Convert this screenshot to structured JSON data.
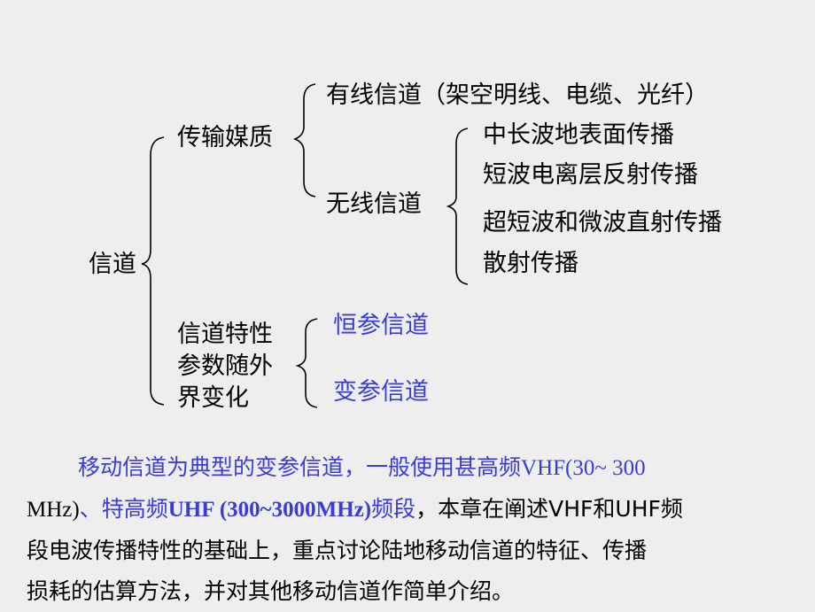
{
  "tree": {
    "root": "信道",
    "medium": "传输媒质",
    "wired": "有线信道（架空明线、电缆、光纤）",
    "wireless": "无线信道",
    "w1": "中长波地表面传播",
    "w2": "短波电离层反射传播",
    "w3": "超短波和微波直射传播",
    "w4": "散射传播",
    "char1": "信道特性",
    "char2": "参数随外",
    "char3": "界变化",
    "const": "恒参信道",
    "var": "变参信道"
  },
  "paragraph": {
    "l1a": "移动信道为典型的变参信道，一般使用甚高频",
    "l1b": "VHF(30~ 300",
    "l2a": "MHz)",
    "l2b": "、特高频",
    "l2c": "UHF (300~3000MHz)",
    "l2d": "频段",
    "l2e": "，本章在阐述VHF和UHF频",
    "l3": "段电波传播特性的基础上，重点讨论陆地移动信道的特征、传播",
    "l4": "损耗的估算方法，并对其他移动信道作简单介绍。"
  }
}
